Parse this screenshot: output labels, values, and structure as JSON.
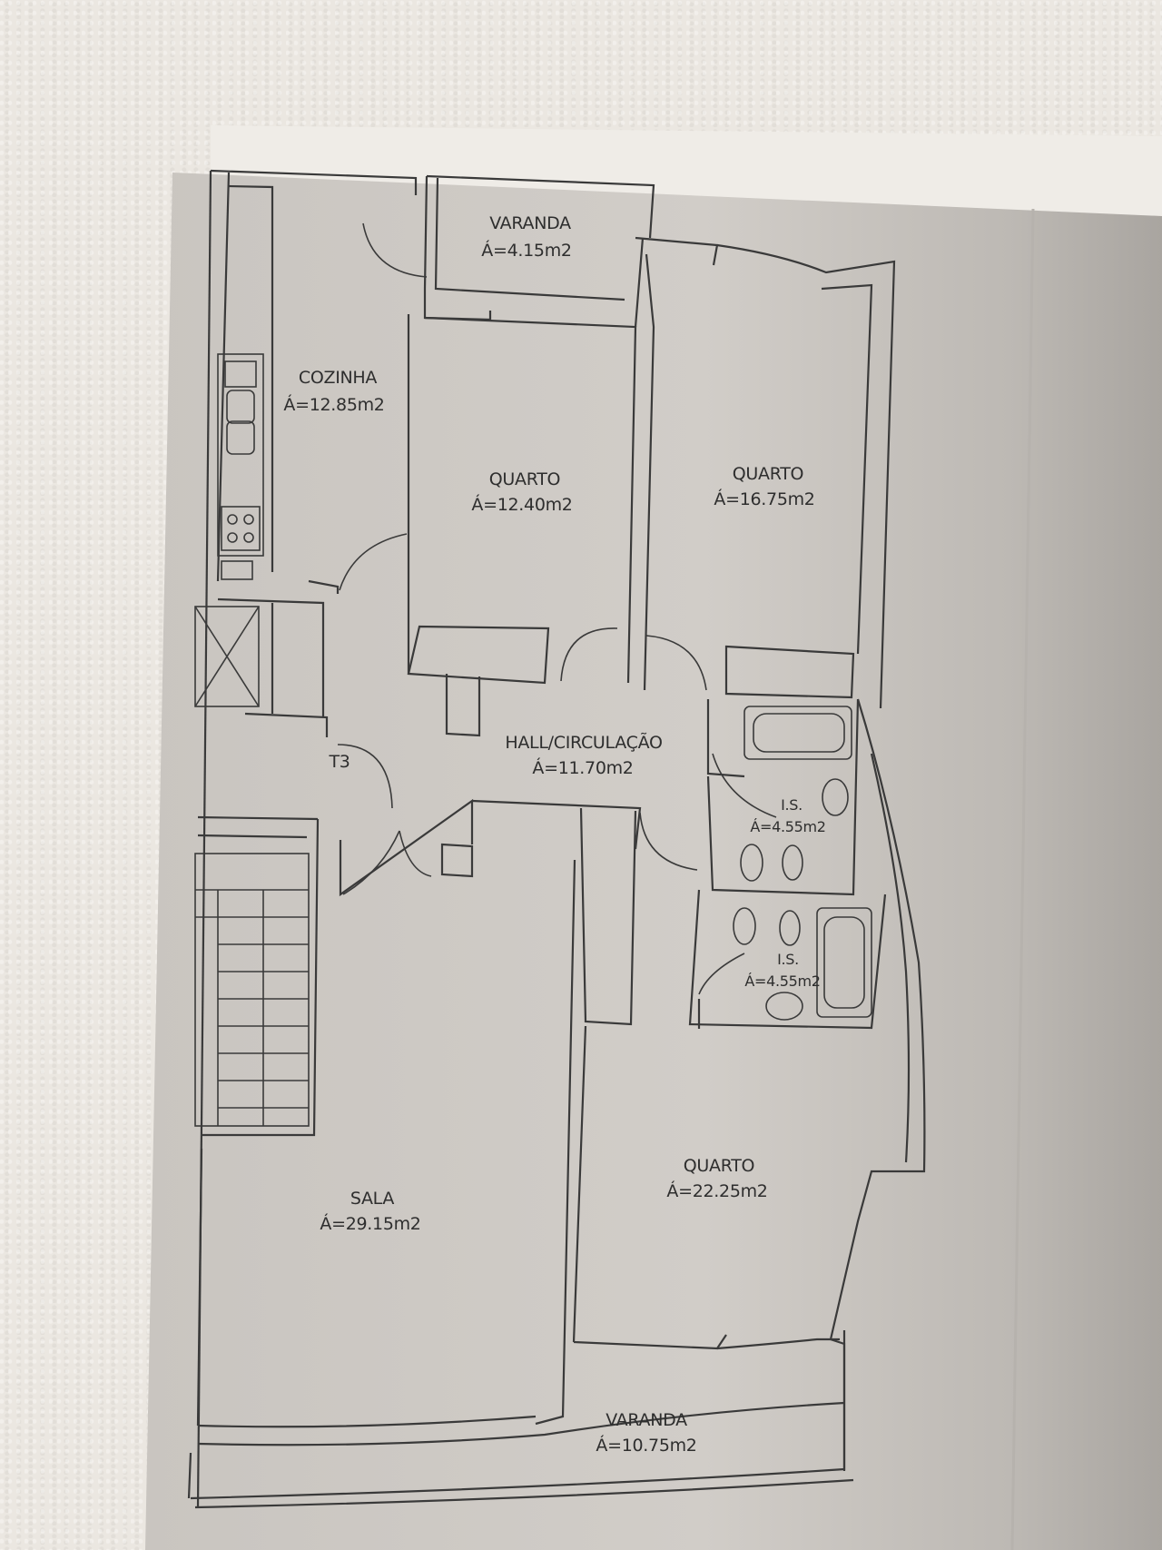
{
  "rooms": {
    "varanda_top": {
      "name": "VARANDA",
      "area": "Á=4.15m2"
    },
    "cozinha": {
      "name": "COZINHA",
      "area": "Á=12.85m2"
    },
    "quarto_1": {
      "name": "QUARTO",
      "area": "Á=12.40m2"
    },
    "quarto_2": {
      "name": "QUARTO",
      "area": "Á=16.75m2"
    },
    "hall": {
      "name": "HALL/CIRCULAÇÃO",
      "area": "Á=11.70m2"
    },
    "is_1": {
      "name": "I.S.",
      "area": "Á=4.55m2"
    },
    "is_2": {
      "name": "I.S.",
      "area": "Á=4.55m2"
    },
    "quarto_3": {
      "name": "QUARTO",
      "area": "Á=22.25m2"
    },
    "sala": {
      "name": "SALA",
      "area": "Á=29.15m2"
    },
    "varanda_bottom": {
      "name": "VARANDA",
      "area": "Á=10.75m2"
    }
  },
  "typology": "T3",
  "colors": {
    "wall_line": "#3a3a3a",
    "paper": "#cfcbc6",
    "background_wall": "#ebe7e1"
  }
}
